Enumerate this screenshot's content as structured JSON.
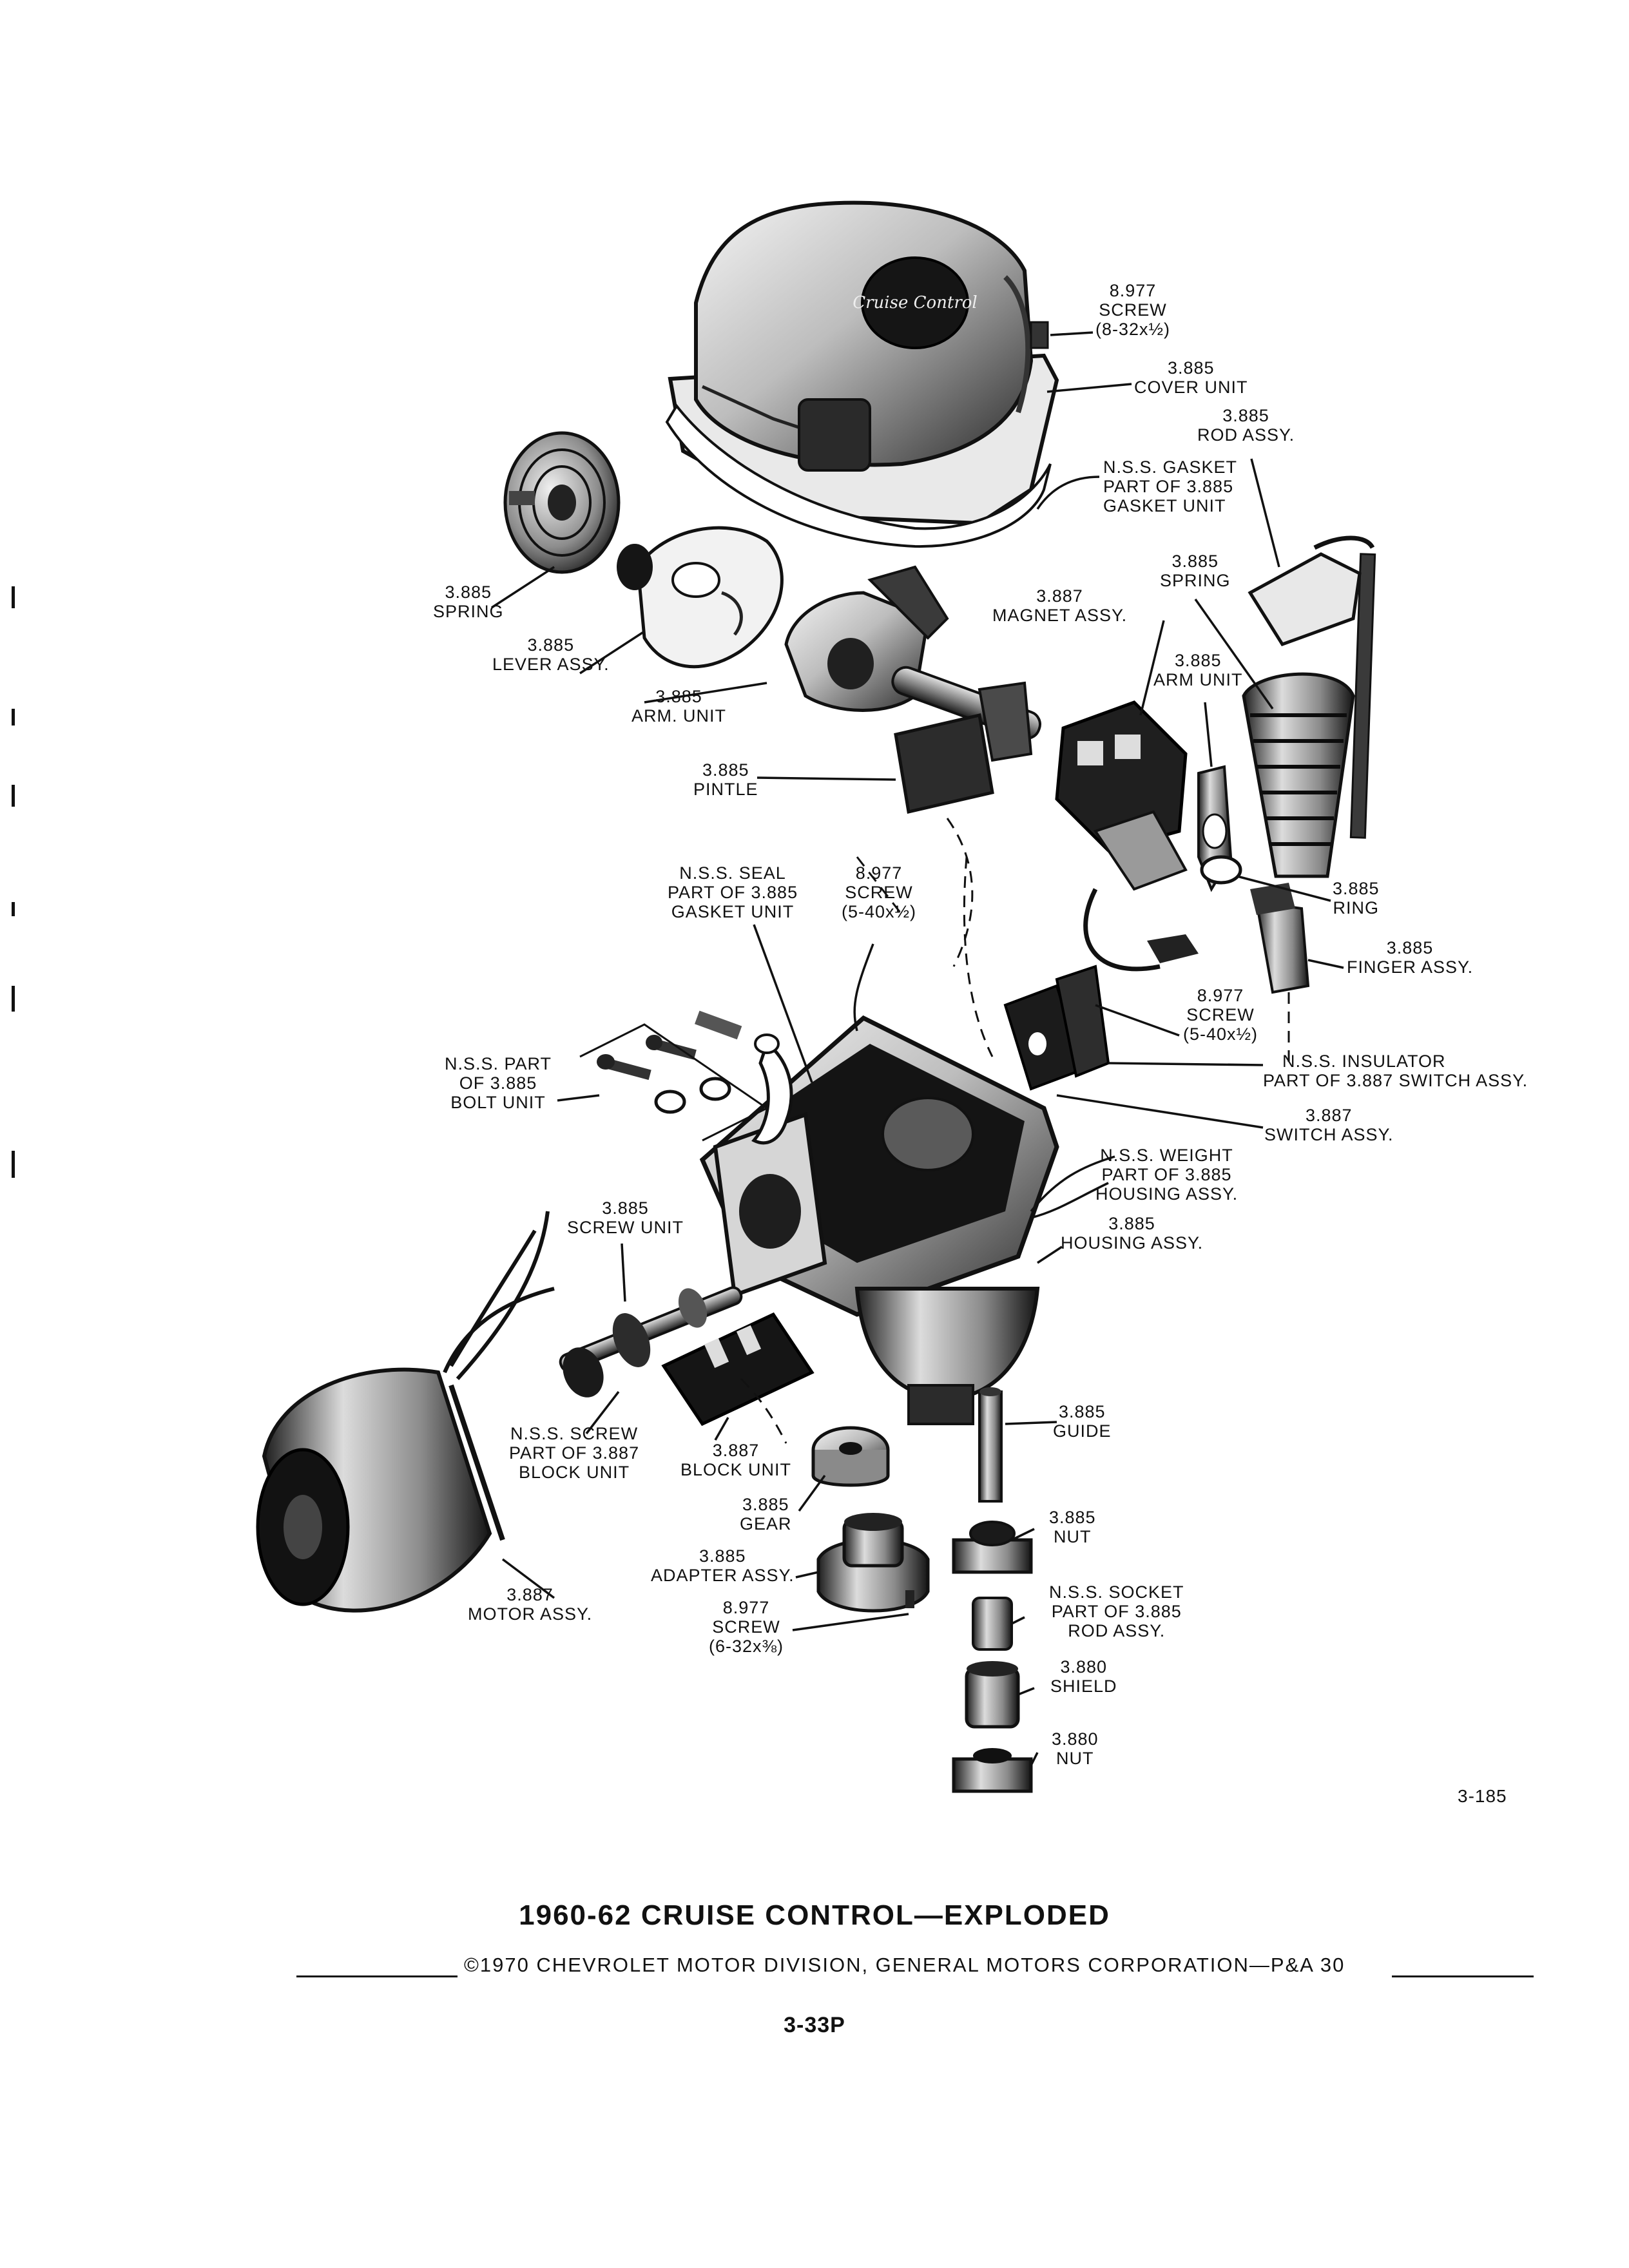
{
  "labels": {
    "screw_cover": [
      "8.977",
      "SCREW",
      "(8-32x½)"
    ],
    "cover_unit": [
      "3.885",
      "COVER UNIT"
    ],
    "rod_assy": [
      "3.885",
      "ROD ASSY."
    ],
    "gasket": [
      "N.S.S. GASKET",
      "PART OF 3.885",
      "GASKET UNIT"
    ],
    "spring_left": [
      "3.885",
      "SPRING"
    ],
    "spring_right": [
      "3.885",
      "SPRING"
    ],
    "lever_assy": [
      "3.885",
      "LEVER ASSY."
    ],
    "magnet_assy": [
      "3.887",
      "MAGNET ASSY."
    ],
    "arm_unit_right": [
      "3.885",
      "ARM UNIT"
    ],
    "arm_unit_left": [
      "3.885",
      "ARM. UNIT"
    ],
    "pintle": [
      "3.885",
      "PINTLE"
    ],
    "ring": [
      "3.885",
      "RING"
    ],
    "seal": [
      "N.S.S. SEAL",
      "PART OF 3.885",
      "GASKET UNIT"
    ],
    "screw_center": [
      "8.977",
      "SCREW",
      "(5-40x½)"
    ],
    "finger_assy": [
      "3.885",
      "FINGER ASSY."
    ],
    "screw_switch": [
      "8.977",
      "SCREW",
      "(5-40x½)"
    ],
    "bolt_unit": [
      "N.S.S. PART",
      "OF 3.885",
      "BOLT UNIT"
    ],
    "insulator": [
      "N.S.S. INSULATOR",
      "PART OF 3.887 SWITCH ASSY."
    ],
    "switch_assy": [
      "3.887",
      "SWITCH ASSY."
    ],
    "weight": [
      "N.S.S. WEIGHT",
      "PART OF 3.885",
      "HOUSING ASSY."
    ],
    "screw_unit": [
      "3.885",
      "SCREW UNIT"
    ],
    "housing_assy": [
      "3.885",
      "HOUSING ASSY."
    ],
    "guide": [
      "3.885",
      "GUIDE"
    ],
    "nss_screw": [
      "N.S.S. SCREW",
      "PART OF 3.887",
      "BLOCK UNIT"
    ],
    "block_unit": [
      "3.887",
      "BLOCK UNIT"
    ],
    "gear": [
      "3.885",
      "GEAR"
    ],
    "nut_upper": [
      "3.885",
      "NUT"
    ],
    "adapter_assy": [
      "3.885",
      "ADAPTER ASSY."
    ],
    "socket": [
      "N.S.S. SOCKET",
      "PART OF 3.885",
      "ROD ASSY."
    ],
    "motor_assy": [
      "3.887",
      "MOTOR ASSY."
    ],
    "screw_adapter": [
      "8.977",
      "SCREW",
      "(6-32x⅜)"
    ],
    "shield": [
      "3.880",
      "SHIELD"
    ],
    "nut_lower": [
      "3.880",
      "NUT"
    ]
  },
  "cover_badge": "Cruise Control",
  "figure_id": "3-185",
  "title": "1960-62 CRUISE CONTROL—EXPLODED",
  "copyright": "©1970 CHEVROLET MOTOR DIVISION, GENERAL MOTORS CORPORATION—P&A 30",
  "page_number": "3-33P"
}
